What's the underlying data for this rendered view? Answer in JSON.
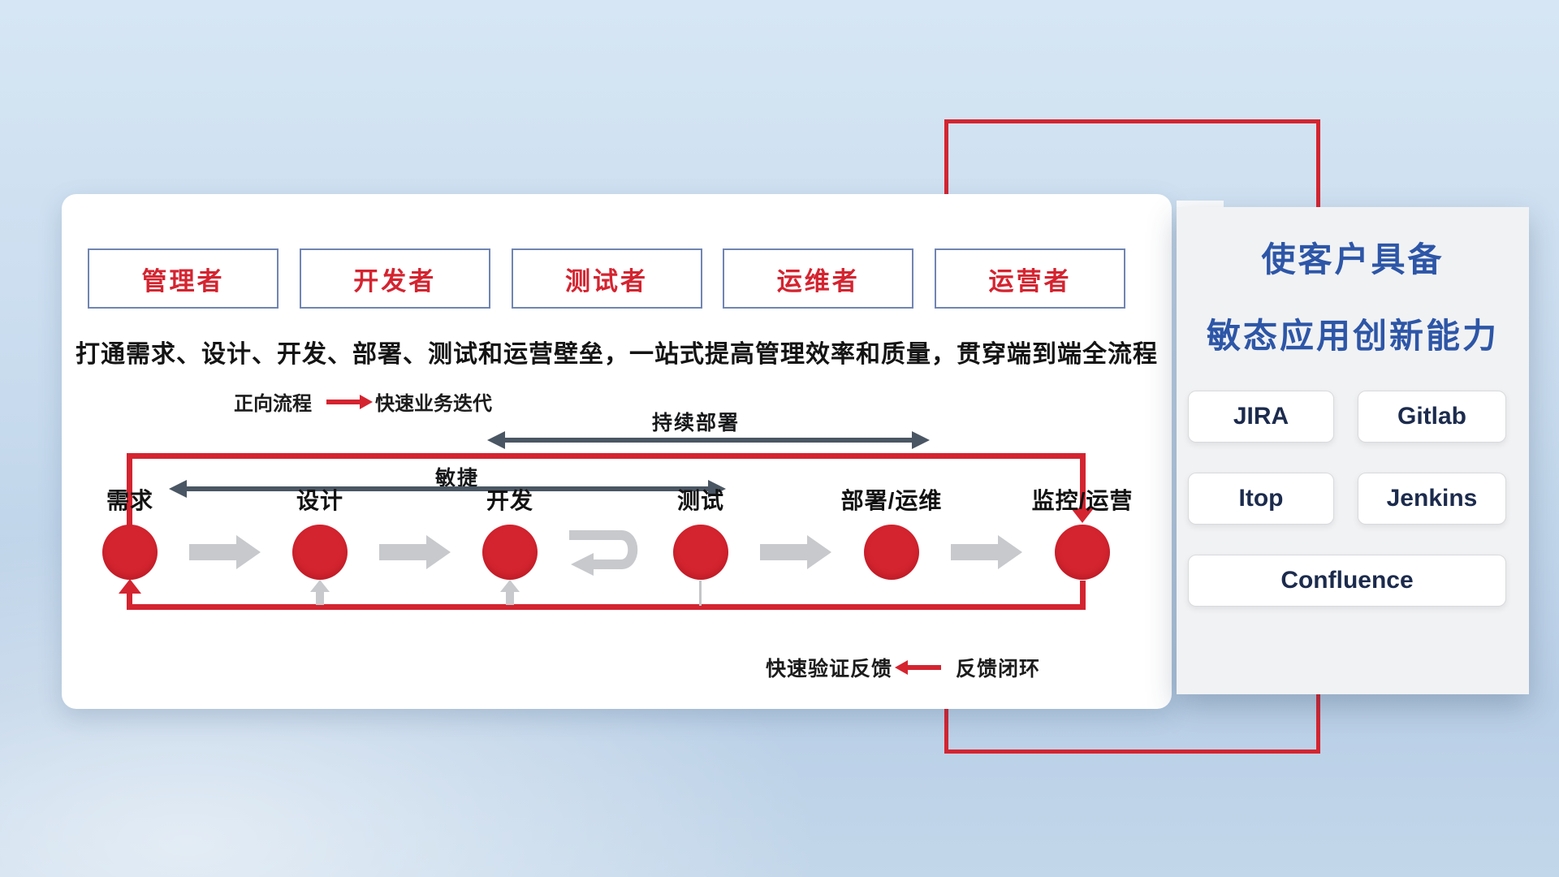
{
  "card": {
    "roles": [
      {
        "label": "管理者"
      },
      {
        "label": "开发者"
      },
      {
        "label": "测试者"
      },
      {
        "label": "运维者"
      },
      {
        "label": "运营者"
      }
    ],
    "subtitle": "打通需求、设计、开发、部署、测试和运营壁垒，一站式提高管理效率和质量，贯穿端到端全流程",
    "forward_legend": {
      "label": "正向流程",
      "value": "快速业务迭代"
    },
    "deploy_span_label": "持续部署",
    "agile_span_label": "敏捷",
    "nodes": [
      {
        "label": "需求"
      },
      {
        "label": "设计"
      },
      {
        "label": "开发"
      },
      {
        "label": "测试"
      },
      {
        "label": "部署/运维"
      },
      {
        "label": "监控/运营"
      }
    ],
    "feedback_legend": {
      "label": "快速验证反馈",
      "value": "反馈闭环"
    }
  },
  "side_panel": {
    "title_line1": "使客户具备",
    "title_line2": "敏态应用创新能力",
    "tools": [
      {
        "label": "JIRA"
      },
      {
        "label": "Gitlab"
      },
      {
        "label": "Itop"
      },
      {
        "label": "Jenkins"
      },
      {
        "label": "Confluence"
      }
    ]
  },
  "colors": {
    "accent_red": "#d42430",
    "accent_blue": "#2d56a7",
    "arrow_dark": "#4a5663",
    "arrow_gray": "#c7c9cc"
  }
}
